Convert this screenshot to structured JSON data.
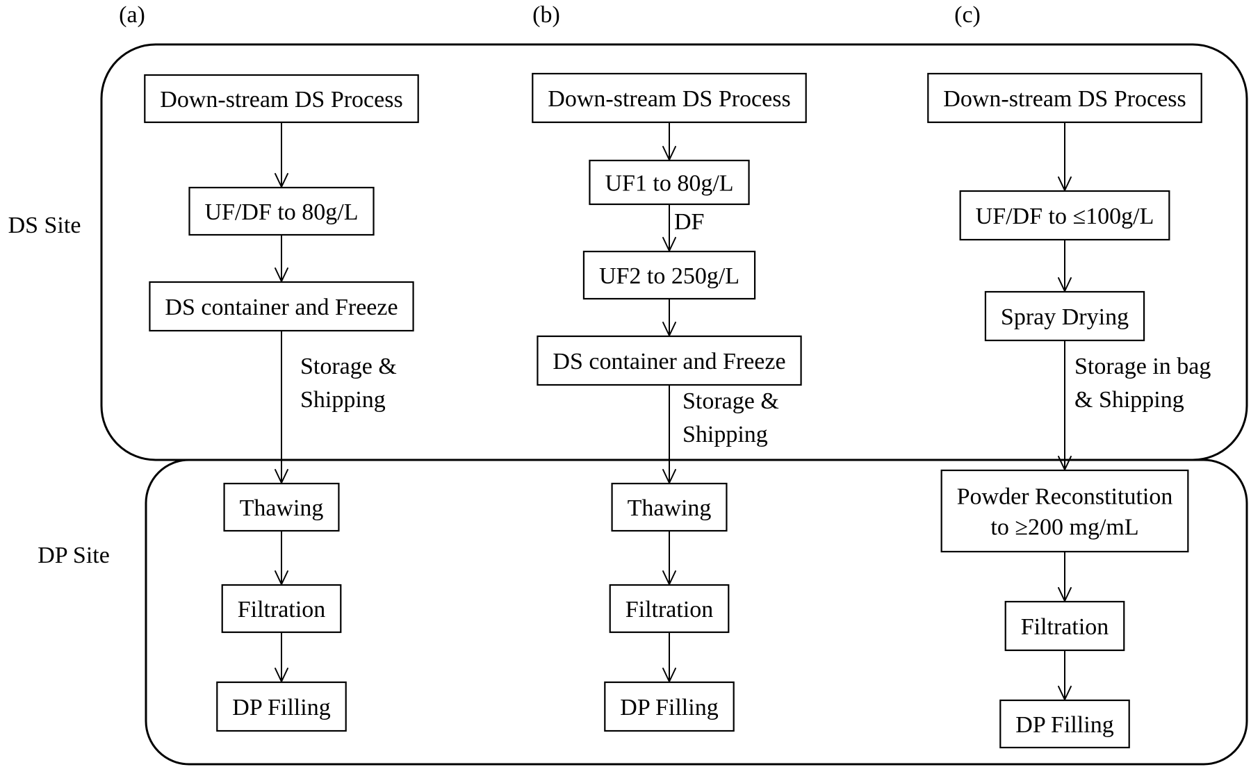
{
  "panels": [
    "(a)",
    "(b)",
    "(c)"
  ],
  "sites": [
    "DS Site",
    "DP Site"
  ],
  "flows": [
    {
      "nodes": [
        "Down-stream DS Process",
        "UF/DF to 80g/L",
        "DS container and Freeze",
        "Thawing",
        "Filtration",
        "DP Filling"
      ],
      "edge_labels": [
        "",
        "",
        [
          "Storage &",
          "Shipping"
        ],
        "",
        ""
      ]
    },
    {
      "nodes": [
        "Down-stream DS Process",
        "UF1 to 80g/L",
        "UF2 to 250g/L",
        "DS container and Freeze",
        "Thawing",
        "Filtration",
        "DP Filling"
      ],
      "edge_labels": [
        "",
        [
          "DF"
        ],
        "",
        [
          "Storage &",
          "Shipping"
        ],
        "",
        ""
      ]
    },
    {
      "nodes": [
        "Down-stream DS Process",
        "UF/DF to ≤100g/L",
        "Spray Drying",
        [
          "Powder Reconstitution",
          "to ≥200 mg/mL"
        ],
        "Filtration",
        "DP Filling"
      ],
      "edge_labels": [
        "",
        "",
        [
          "Storage in bag",
          "& Shipping"
        ],
        "",
        ""
      ]
    }
  ]
}
